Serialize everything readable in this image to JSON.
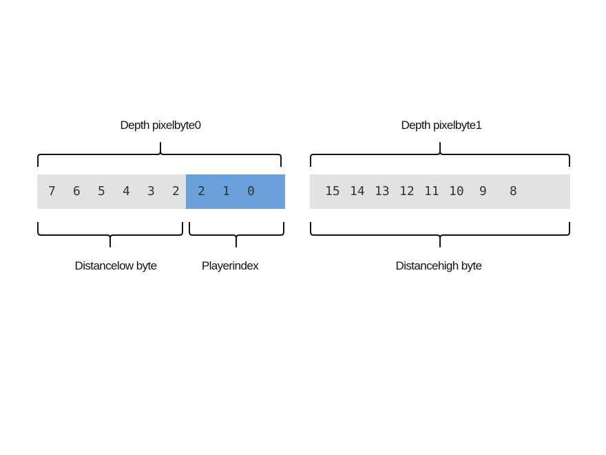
{
  "byte0": {
    "title": "Depth pixelbyte0",
    "low_bits": [
      "7",
      "6",
      "5",
      "4",
      "3",
      "2"
    ],
    "player_bits": [
      "2",
      "1",
      "0"
    ],
    "low_label": "Distancelow byte",
    "player_label": "Playerindex"
  },
  "byte1": {
    "title": "Depth pixelbyte1",
    "bits": [
      "15",
      "14",
      "13",
      "12",
      "11",
      "10",
      "9",
      "8"
    ],
    "label": "Distancehigh byte"
  },
  "colors": {
    "gray_bar": "#e2e2e2",
    "blue_bar": "#6aa1dc"
  }
}
